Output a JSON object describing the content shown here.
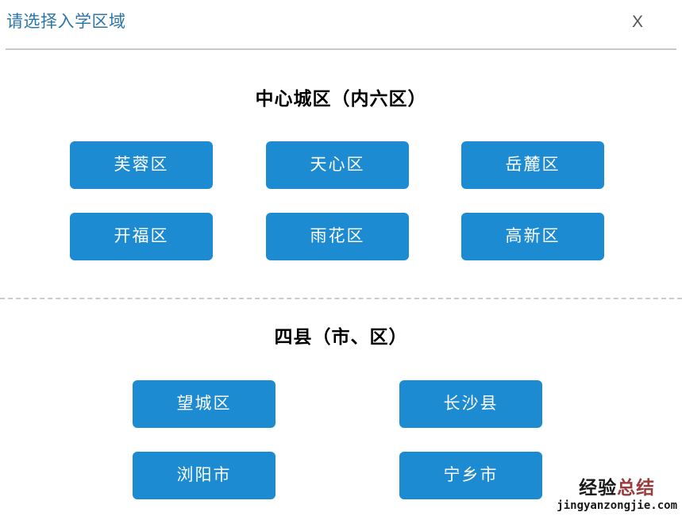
{
  "header": {
    "title": "请选择入学区域",
    "close_label": "X",
    "close_icon": "close-icon",
    "title_color": "#2b76a9",
    "rule_color": "#c9c9c9"
  },
  "theme": {
    "button_bg": "#1d8bd1",
    "button_text": "#ffffff",
    "heading_color": "#000000",
    "divider_dashed_color": "#cccccc"
  },
  "sections": [
    {
      "id": "central",
      "heading": "中心城区（内六区）",
      "buttons": [
        {
          "label": "芙蓉区"
        },
        {
          "label": "天心区"
        },
        {
          "label": "岳麓区"
        },
        {
          "label": "开福区"
        },
        {
          "label": "雨花区"
        },
        {
          "label": "高新区"
        }
      ]
    },
    {
      "id": "counties",
      "heading": "四县（市、区）",
      "buttons": [
        {
          "label": "望城区"
        },
        {
          "label": "长沙县"
        },
        {
          "label": "浏阳市"
        },
        {
          "label": "宁乡市"
        }
      ]
    }
  ],
  "watermark": {
    "cn_dark": "经验",
    "cn_red": "总结",
    "url": "jingyanzongjie.com",
    "dark_color": "#1a1a1a",
    "red_color": "#9b3b3b"
  }
}
